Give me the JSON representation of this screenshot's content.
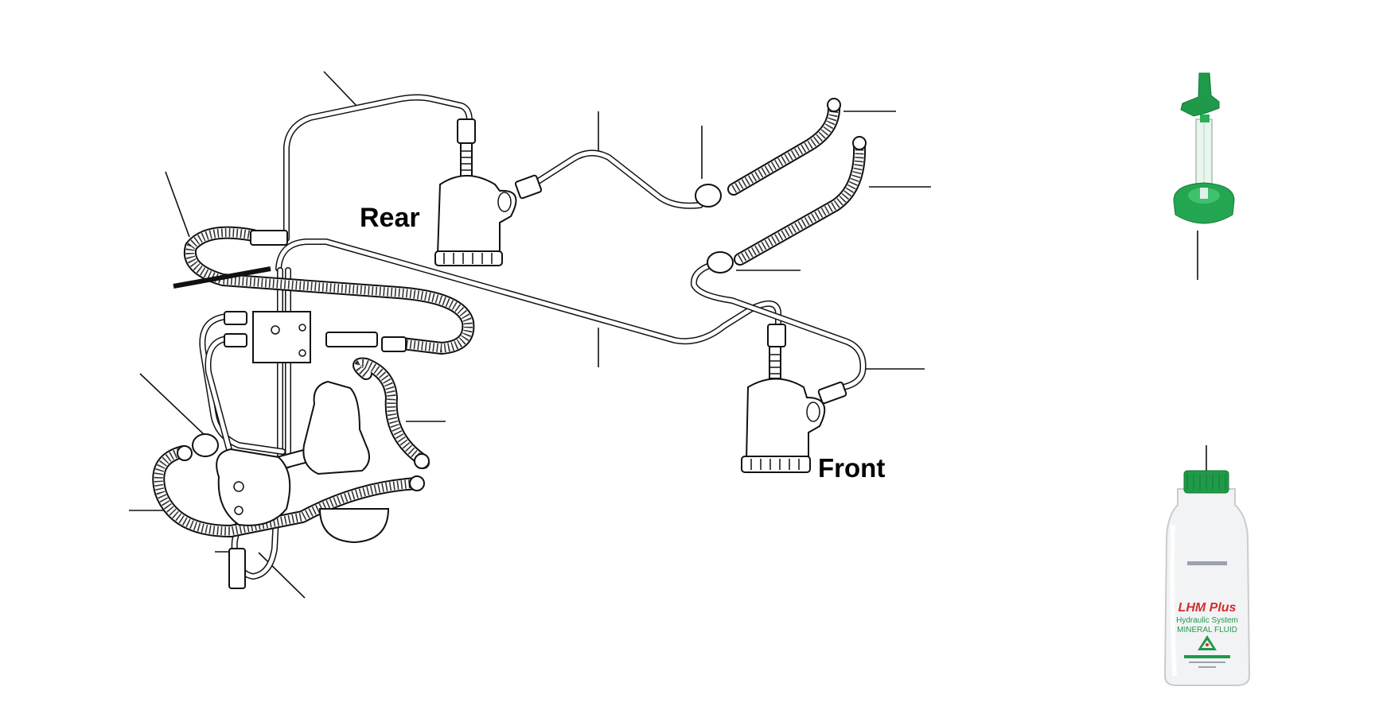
{
  "labels": {
    "rear": "Rear",
    "front": "Front"
  },
  "bottle": {
    "brand": "LHM Plus",
    "line1": "Hydraulic System",
    "line2": "MINERAL FLUID"
  },
  "colors": {
    "cap_green": "#1f9a4a",
    "brand_red": "#d32f2f",
    "text_green": "#1f9a4a",
    "bottle_white": "#f4f5f6"
  },
  "icons": [
    "warning-triangle-icon"
  ]
}
